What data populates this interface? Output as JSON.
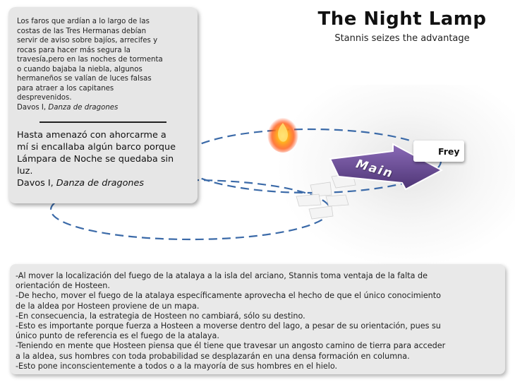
{
  "header": {
    "title": "The Night Lamp",
    "subtitle": "Stannis seizes the advantage"
  },
  "quote_card": {
    "spanish_lines": [
      "Los faros que ardían a lo largo de las",
      "costas de las Tres Hermanas debían",
      "servir de aviso sobre bajíos, arrecifes y",
      "rocas para hacer más segura la",
      "travesía,pero en las noches de tormenta",
      "o cuando bajaba la niebla, algunos",
      "hermaneños se valían de luces falsas",
      "para atraer a los capitanes",
      "desprevenidos."
    ],
    "spanish_cite_author": "Davos I, ",
    "spanish_cite_title": "Danza de dragones",
    "main_lines": [
      "Hasta amenazó con ahorcarme a",
      "mí si encallaba algún barco porque",
      "Lámpara de Noche se quedaba sin",
      "luz."
    ],
    "main_cite_author": "Davos I, ",
    "main_cite_title": "Danza de dragones"
  },
  "map": {
    "arrow_label": "Main",
    "arrow_color": "#6a4c93",
    "fire_icon": "fire-icon",
    "frey": {
      "label": "Frey",
      "icon": "frey-sigil-icon",
      "color": "#2f4ea3"
    }
  },
  "notes": [
    "-Al mover la localización del fuego de la atalaya a la isla del arciano, Stannis toma ventaja de la falta de",
    "orientación de Hosteen.",
    "-De hecho, mover el fuego de la atalaya específicamente aprovecha el hecho de que el único conocimiento",
    "de la aldea por Hosteen proviene de un mapa.",
    "-En consecuencia, la estrategia de Hosteen no cambiará, sólo su destino.",
    "-Esto es importante porque fuerza a Hosteen a moverse dentro del lago, a pesar de su orientación, pues su",
    "único punto de referencia es el fuego de la atalaya.",
    "-Teniendo en mente que Hosteen piensa que él tiene que travesar un angosto camino de tierra para acceder",
    "a la aldea, sus hombres con toda probabilidad se desplazarán en una densa formación en columna.",
    "-Esto pone inconscientemente a todos o a la mayoría de sus hombres en el hielo."
  ]
}
